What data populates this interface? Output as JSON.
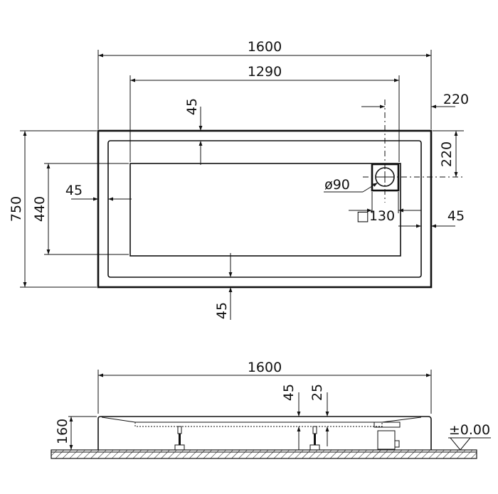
{
  "top_view": {
    "overall_length": "1600",
    "inner_length": "1290",
    "top_rim": "45",
    "drain_offset_x": "220",
    "drain_offset_y": "220",
    "drain_diameter": "ø90",
    "drain_square": "□130",
    "right_rim": "45",
    "left_rim": "45",
    "overall_width": "750",
    "inner_width": "440",
    "bottom_rim": "45"
  },
  "side_view": {
    "overall_length": "1600",
    "height": "160",
    "depth_45": "45",
    "depth_25": "25",
    "floor_level": "±0.00"
  }
}
